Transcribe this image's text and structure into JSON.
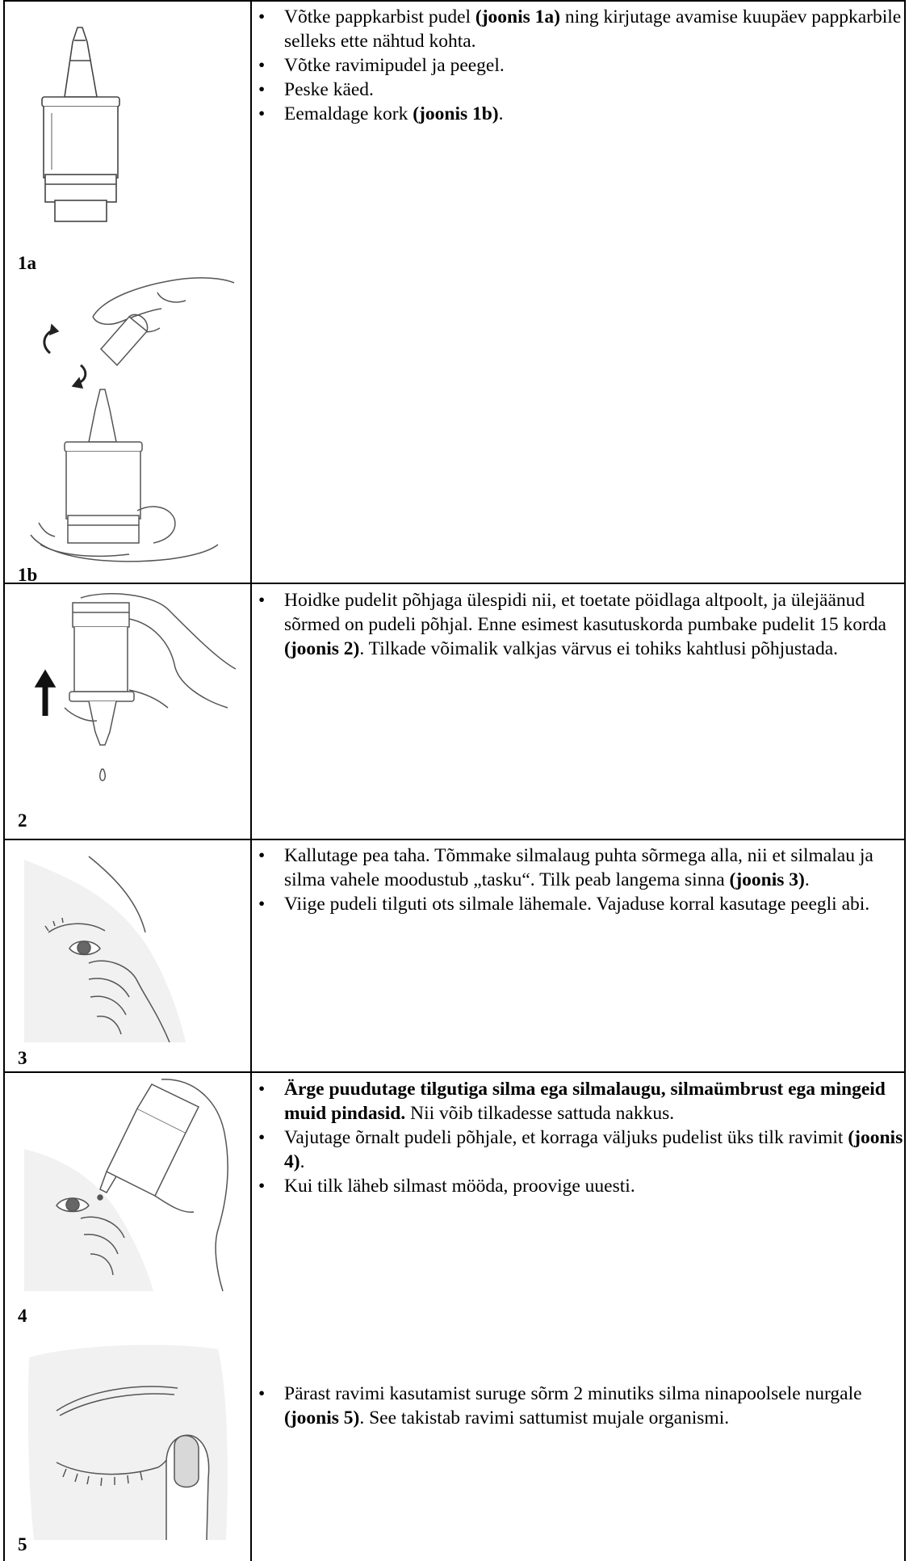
{
  "figure_labels": {
    "f1a": "1a",
    "f1b": "1b",
    "f2": "2",
    "f3": "3",
    "f4": "4",
    "f5": "5"
  },
  "row1": {
    "b1": {
      "t1": "Võtke pappkarbist pudel ",
      "b1": "(joonis 1a)",
      "t2": " ning kirjutage avamise kuupäev pappkarbile selleks ette nähtud kohta."
    },
    "b2": "Võtke ravimipudel ja peegel.",
    "b3": "Peske käed.",
    "b4": {
      "t1": "Eemaldage kork ",
      "b1": "(joonis 1b)",
      "t2": "."
    }
  },
  "row2": {
    "b1": {
      "t1": "Hoidke pudelit põhjaga ülespidi nii, et toetate pöidlaga altpoolt, ja ülejäänud sõrmed on pudeli põhjal. Enne esimest kasutuskorda pumbake pudelit 15 korda ",
      "b1": "(joonis 2)",
      "t2": ". Tilkade võimalik valkjas värvus ei tohiks kahtlusi põhjustada."
    }
  },
  "row3": {
    "b1": {
      "t1": "Kallutage pea taha. Tõmmake silmalaug puhta sõrmega alla, nii et silmalau ja silma vahele moodustub „tasku“. Tilk peab langema sinna ",
      "b1": "(joonis 3)",
      "t2": "."
    },
    "b2": "Viige pudeli tilguti ots silmale lähemale. Vajaduse korral kasutage peegli abi."
  },
  "row4": {
    "b1": {
      "b1": "Ärge puudutage tilgutiga silma ega silmalaugu, silmaümbrust ega mingeid muid pindasid.",
      "t1": " Nii võib tilkadesse sattuda nakkus."
    },
    "b2": {
      "t1": "Vajutage õrnalt pudeli põhjale, et korraga väljuks pudelist üks tilk ravimit ",
      "b1": "(joonis 4)",
      "t2": "."
    },
    "b3": "Kui tilk läheb silmast mööda, proovige uuesti.",
    "b4": {
      "t1": "Pärast ravimi kasutamist suruge sõrm 2 minutiks silma ninapoolsele nurgale ",
      "b1": "(joonis 5)",
      "t2": ". See takistab ravimi sattumist mujale organismi."
    }
  }
}
